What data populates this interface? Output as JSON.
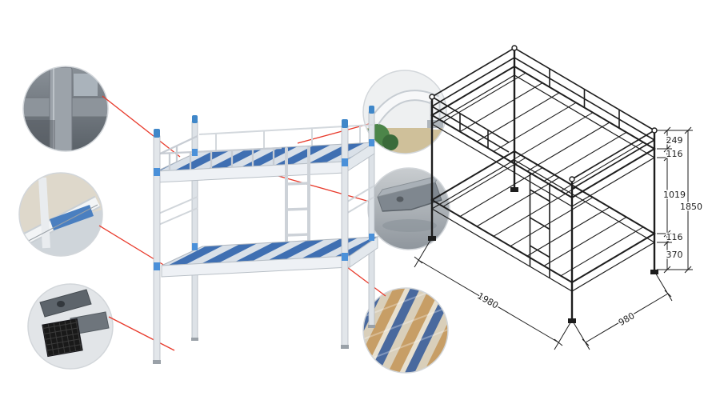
{
  "diagram": {
    "dimensions": {
      "guard_rail": "249",
      "upper_frame": "116",
      "bunk_spacing": "1019",
      "overall_height": "1850",
      "lower_frame": "116",
      "ground_clearance": "370",
      "overall_length": "1980",
      "overall_width": "980"
    }
  },
  "colors": {
    "callout_line": "#e8392a",
    "drawing_line": "#1d1d1d",
    "accent_blue": "#3f87c9",
    "slat_blue": "#3f6fb2",
    "slat_light": "#d9e0e8",
    "frame_grey": "#e4e8ec",
    "wood_tan": "#c79e66"
  },
  "callouts": [
    {
      "name": "corner-joint-detail"
    },
    {
      "name": "frame-connector-detail"
    },
    {
      "name": "foot-pad-detail"
    },
    {
      "name": "guardrail-tube-detail"
    },
    {
      "name": "bracket-detail"
    },
    {
      "name": "slat-surface-detail"
    }
  ]
}
